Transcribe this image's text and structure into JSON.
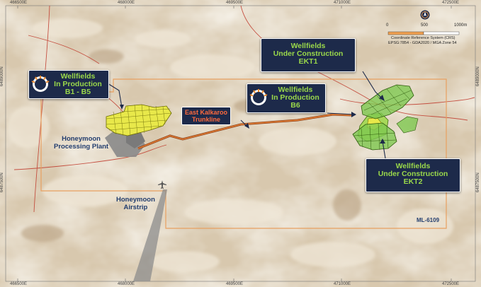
{
  "coords": {
    "top": [
      "466500E",
      "468000E",
      "469500E",
      "471000E",
      "472500E"
    ],
    "bottom": [
      "466500E",
      "468000E",
      "469500E",
      "471000E",
      "472500E"
    ],
    "left": [
      "6489000N",
      "6487500N"
    ],
    "right": [
      "6489000N",
      "6487500N"
    ]
  },
  "legend": {
    "scale_labels": [
      "0",
      "500",
      "1000m"
    ],
    "crs_title": "Coordinate Reference System (CRS)",
    "crs_detail": "EPSG:7854 - GDA2020 / MGA Zone 54",
    "north_icon": "north-arrow-icon"
  },
  "callouts": {
    "b1b5": {
      "lines": [
        "Wellfields",
        "In Production",
        "B1 - B5"
      ]
    },
    "b6": {
      "lines": [
        "Wellfields",
        "In Production",
        "B6"
      ]
    },
    "ekt1": {
      "lines": [
        "Wellfields",
        "Under Construction",
        "EKT1"
      ]
    },
    "ekt2": {
      "lines": [
        "Wellfields",
        "Under Construction",
        "EKT2"
      ]
    }
  },
  "labels": {
    "trunkline": [
      "East Kalkaroo",
      "Trunkline"
    ],
    "plant": [
      "Honeymoon",
      "Processing Plant"
    ],
    "airstrip": [
      "Honeymoon",
      "Airstrip"
    ],
    "lease": "ML-6109"
  },
  "colors": {
    "callout_bg": "#1d2a4a",
    "production_text": "#9ad84a",
    "trunkline_text": "#ff6a3d",
    "lease_boundary": "#e8a060",
    "wellfield_production": "#e8e84a",
    "wellfield_construction": "#7ec850",
    "roads": "#c0392b"
  },
  "icons": [
    "company-logo-icon",
    "north-arrow-icon",
    "airplane-icon"
  ]
}
